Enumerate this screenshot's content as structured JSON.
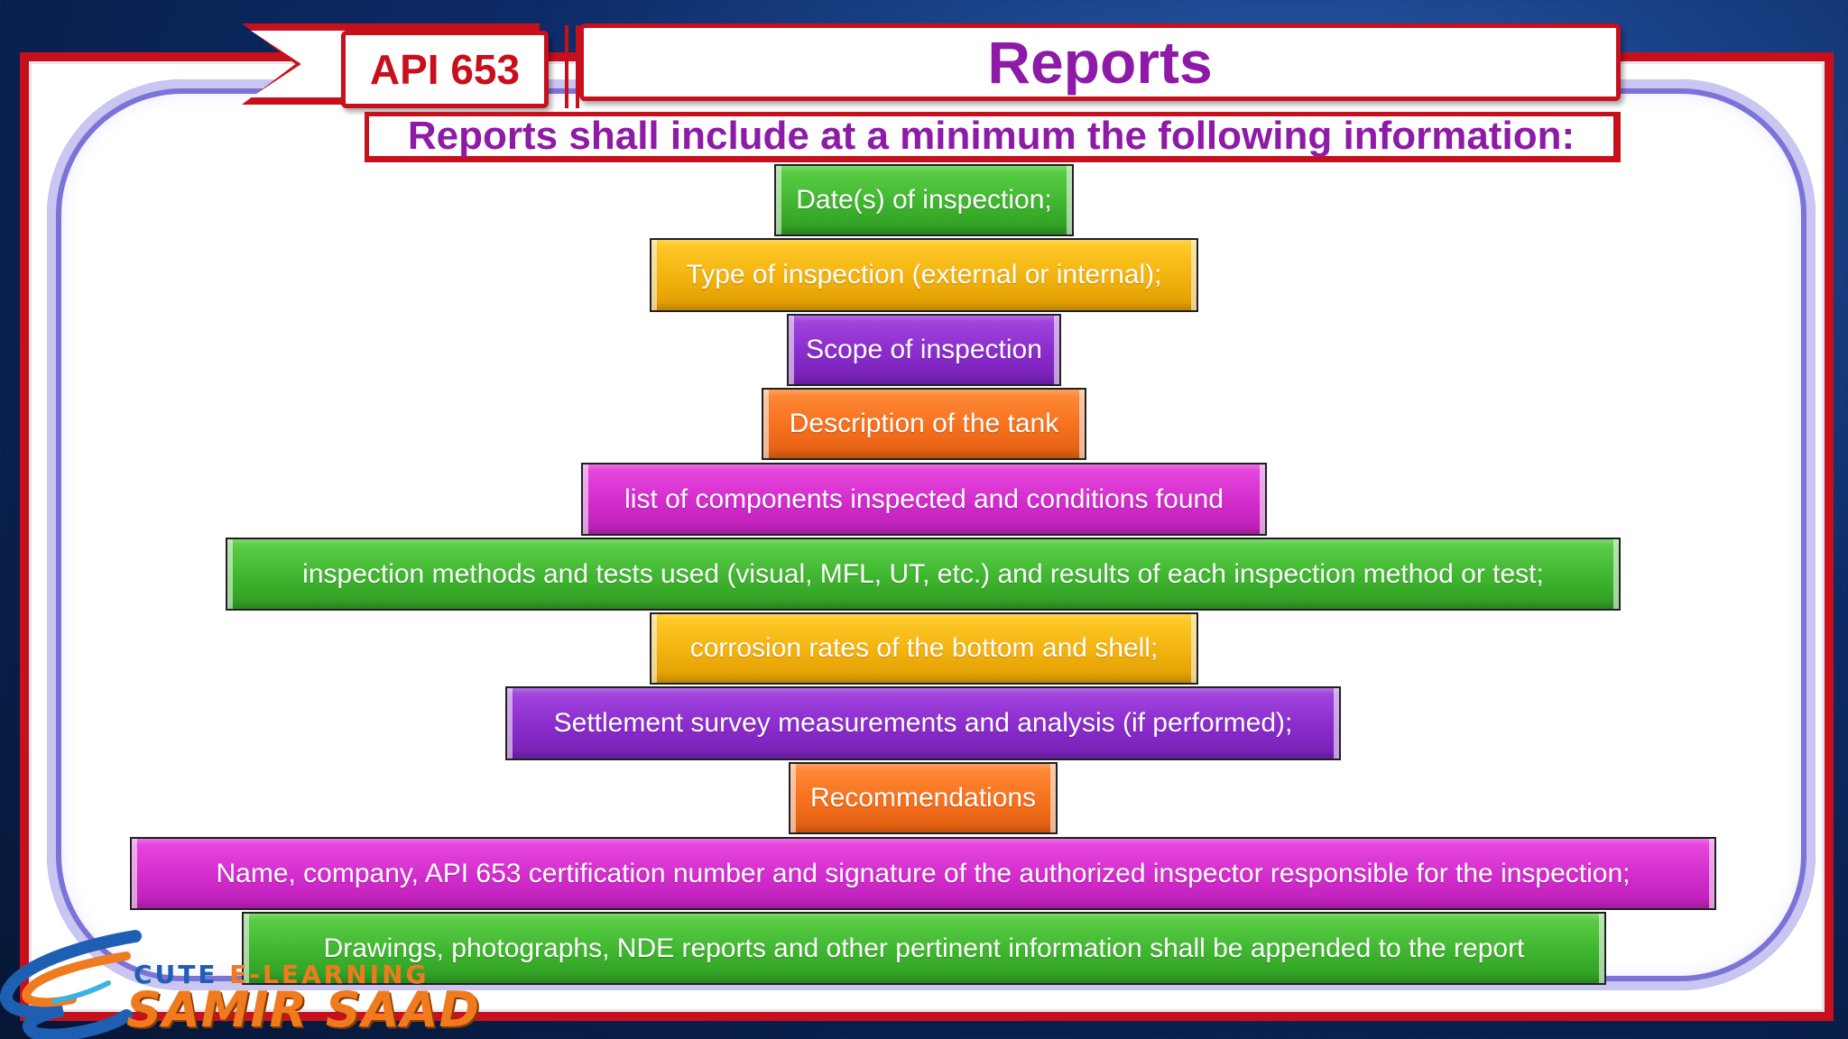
{
  "header": {
    "badge": "API 653",
    "title": "Reports",
    "subtitle": "Reports shall include at a minimum the following information:"
  },
  "items": [
    {
      "label": "Date(s) of inspection;",
      "color": "#3fb52f"
    },
    {
      "label": "Type of inspection (external or internal);",
      "color": "#f3b20e"
    },
    {
      "label": "Scope of inspection",
      "color": "#8a2bcc"
    },
    {
      "label": "Description of the tank",
      "color": "#f5701d"
    },
    {
      "label": "list of components inspected and conditions found",
      "color": "#d22ccc"
    },
    {
      "label": "inspection methods and tests used (visual, MFL, UT, etc.) and results of each inspection method or test;",
      "color": "#3fb52f"
    },
    {
      "label": "corrosion rates of the bottom and shell;",
      "color": "#f3b20e"
    },
    {
      "label": "Settlement survey measurements and analysis (if performed);",
      "color": "#8a2bcc"
    },
    {
      "label": "Recommendations",
      "color": "#f5701d"
    },
    {
      "label": "Name, company, API 653 certification number and signature of the authorized inspector responsible for the inspection;",
      "color": "#d22ccc"
    },
    {
      "label": "Drawings, photographs, NDE reports and other pertinent information shall be appended to the report",
      "color": "#3fb52f"
    }
  ],
  "logo": {
    "line1_a": "CUTE",
    "line1_b": "E-LEARNING",
    "line2": "SAMIR SAAD"
  },
  "colors": {
    "frame": "#c8101d",
    "title_text": "#8e1aa8",
    "logo_orange": "#f07b1e",
    "logo_blue": "#1e5fb3"
  }
}
